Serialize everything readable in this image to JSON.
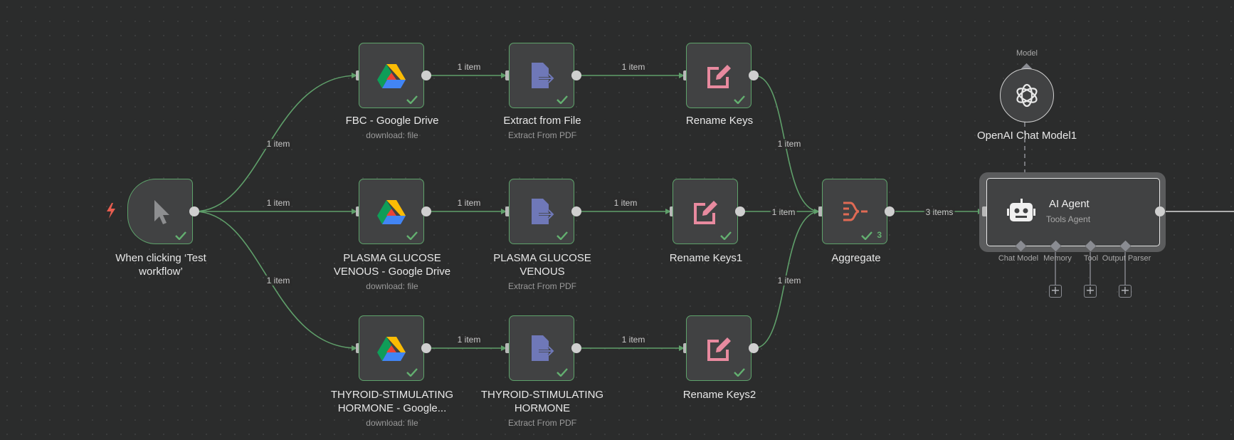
{
  "trigger": {
    "title": "When clicking ‘Test workflow’"
  },
  "nodes": {
    "fbc_drive": {
      "title": "FBC - Google Drive",
      "subtitle": "download: file"
    },
    "extract1": {
      "title": "Extract from File",
      "subtitle": "Extract From PDF"
    },
    "rename1": {
      "title": "Rename Keys"
    },
    "glucose_drive": {
      "title": "PLASMA GLUCOSE VENOUS - Google Drive",
      "subtitle": "download: file"
    },
    "extract2": {
      "title": "PLASMA GLUCOSE VENOUS",
      "subtitle": "Extract From PDF"
    },
    "rename2": {
      "title": "Rename Keys1"
    },
    "thyroid_drive": {
      "title": "THYROID-STIMULATING HORMONE - Google...",
      "subtitle": "download: file"
    },
    "extract3": {
      "title": "THYROID-STIMULATING HORMONE",
      "subtitle": "Extract From PDF"
    },
    "rename3": {
      "title": "Rename Keys2"
    },
    "aggregate": {
      "title": "Aggregate",
      "badge": "3"
    },
    "agent": {
      "title": "AI Agent",
      "subtitle": "Tools Agent"
    },
    "openai": {
      "title": "OpenAI Chat Model1",
      "connector_label": "Model"
    }
  },
  "agent_ports": {
    "chat_model": "Chat Model",
    "memory": "Memory",
    "tool": "Tool",
    "output_parser": "Output Parser"
  },
  "edge_labels": {
    "trigger_top": "1 item",
    "trigger_mid": "1 item",
    "trigger_bottom": "1 item",
    "r1_a": "1 item",
    "r1_b": "1 item",
    "r2_a": "1 item",
    "r2_b": "1 item",
    "r2_c": "1 item",
    "r3_a": "1 item",
    "r3_b": "1 item",
    "to_agg_top": "1 item",
    "to_agg_bottom": "1 item",
    "agg_to_agent": "3 items"
  },
  "colors": {
    "canvas": "#2b2c2c",
    "node_bg": "#414243",
    "success_border": "#5ea36b",
    "edge": "#5f9f6a",
    "drive_icon": "google-drive",
    "extract_icon": "#6f78b8",
    "rename_icon": "#e88a9f",
    "aggregate_icon": "#e06a54",
    "trigger_bolt": "#e85d4f"
  }
}
